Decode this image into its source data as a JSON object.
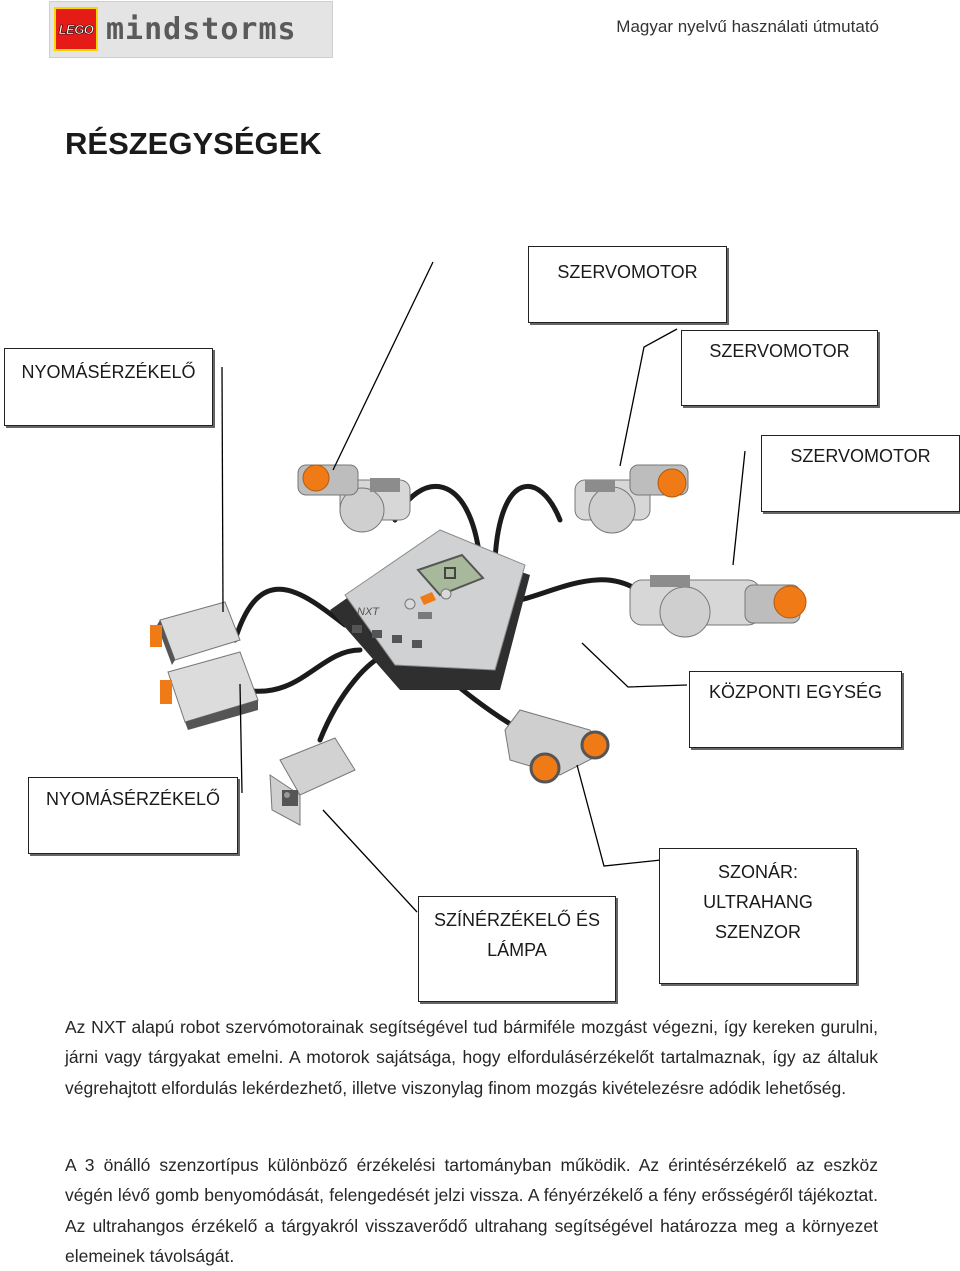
{
  "header": {
    "logo_brick_text": "LEGO",
    "logo_word": "mindstorms",
    "subtitle": "Magyar nyelvű használati útmutató"
  },
  "title": "RÉSZEGYSÉGEK",
  "labels": {
    "servo_top": "SZERVOMOTOR",
    "servo_mid": "SZERVOMOTOR",
    "servo_right": "SZERVOMOTOR",
    "touch_top": "NYOMÁSÉRZÉKELŐ",
    "touch_bottom": "NYOMÁSÉRZÉKELŐ",
    "brick": "KÖZPONTI EGYSÉG",
    "color_lamp": [
      "SZÍNÉRZÉKELŐ ÉS",
      "LÁMPA"
    ],
    "sonar": [
      "SZONÁR:",
      "ULTRAHANG",
      "SZENZOR"
    ]
  },
  "diagram": {
    "brick_label": "NXT",
    "colors": {
      "brick_body": "#cfd1d3",
      "brick_dark": "#3a3a3a",
      "orange": "#f07a16",
      "screen": "#a8b89a",
      "cable": "#1b1b1b"
    }
  },
  "paragraphs": [
    "Az NXT alapú robot szervómotorainak segítségével tud bármiféle mozgást végezni, így kereken gurulni, járni vagy tárgyakat emelni. A motorok sajátsága, hogy elfordulásérzékelőt tartalmaznak, így az általuk végrehajtott elfordulás lekérdezhető, illetve viszonylag finom mozgás kivételezésre adódik lehetőség.",
    "A 3 önálló szenzortípus különböző érzékelési tartományban működik. Az érintésérzékelő az eszköz végén lévő gomb benyomódását, felengedését jelzi vissza. A fényérzékelő a fény erősségéről tájékoztat. Az ultrahangos érzékelő a tárgyakról visszaverődő ultrahang segítségével határozza meg a környezet elemeinek távolságát."
  ]
}
